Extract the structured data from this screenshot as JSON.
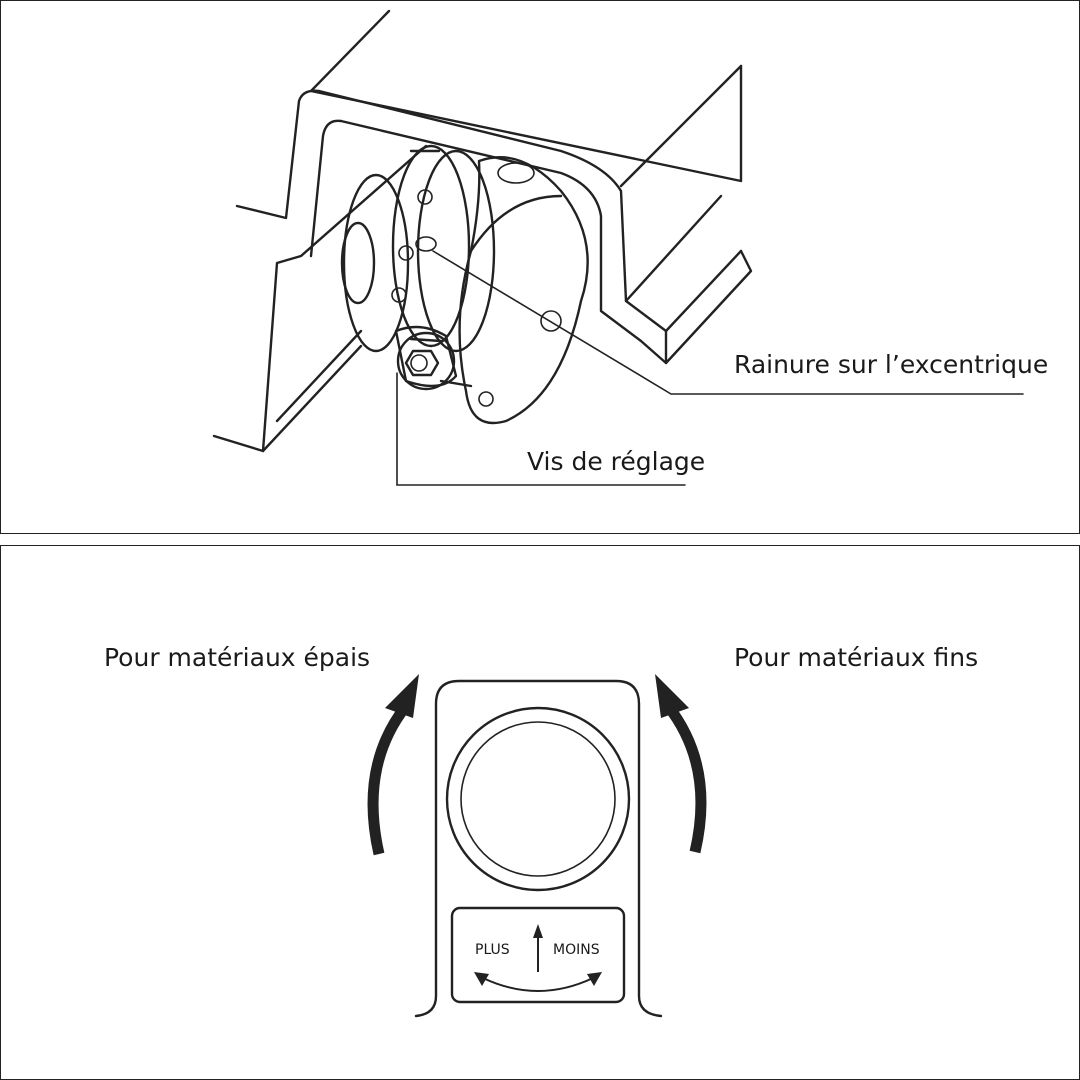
{
  "top_panel": {
    "label_groove": "Rainure sur l’excentrique",
    "label_screw": "Vis de réglage"
  },
  "bottom_panel": {
    "label_thick": "Pour matériaux épais",
    "label_thin": "Pour matériaux fins",
    "dial_plus": "PLUS",
    "dial_moins": "MOINS"
  },
  "icons": [
    "curved-arrow-left-icon",
    "curved-arrow-right-icon",
    "up-arrow-icon",
    "double-arrow-arc-icon"
  ]
}
